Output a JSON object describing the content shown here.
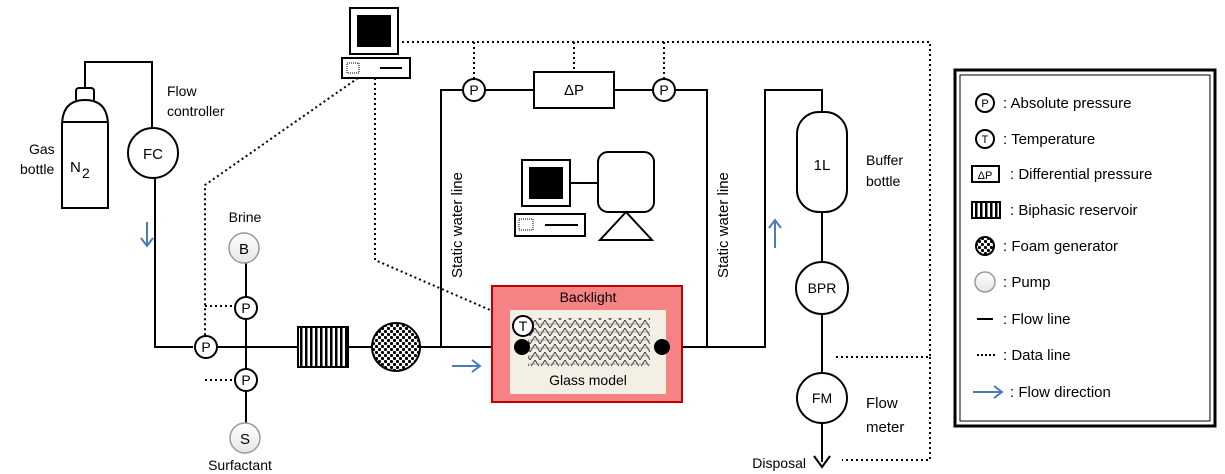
{
  "labels": {
    "gas_bottle_1": "Gas",
    "gas_bottle_2": "bottle",
    "n2_main": "N",
    "n2_sub": "2",
    "flow_controller_1": "Flow",
    "flow_controller_2": "controller",
    "fc": "FC",
    "brine": "Brine",
    "brine_pump": "B",
    "surfactant": "Surfactant",
    "surfactant_pump": "S",
    "p": "P",
    "t": "T",
    "delta_p": "ΔP",
    "static_water_line_left": "Static water line",
    "static_water_line_right": "Static water line",
    "backlight": "Backlight",
    "glass_model": "Glass model",
    "buffer_volume": "1L",
    "buffer_bottle_1": "Buffer",
    "buffer_bottle_2": "bottle",
    "bpr": "BPR",
    "fm": "FM",
    "flow_meter_1": "Flow",
    "flow_meter_2": "meter",
    "disposal": "Disposal"
  },
  "legend": {
    "absolute_pressure": ": Absolute pressure",
    "temperature": ": Temperature",
    "differential_pressure": ": Differential pressure",
    "biphasic_reservoir": ": Biphasic reservoir",
    "foam_generator": ": Foam generator",
    "pump": ": Pump",
    "flow_line": ": Flow line",
    "data_line": ": Data line",
    "flow_direction": ": Flow direction"
  },
  "colors": {
    "backlight_fill": "#f58383",
    "backlight_border": "#c00000",
    "glass_fill": "#f3efe4",
    "arrow_blue": "#4a7bbd",
    "line": "#000000",
    "pump_border": "#9a9a9a"
  }
}
